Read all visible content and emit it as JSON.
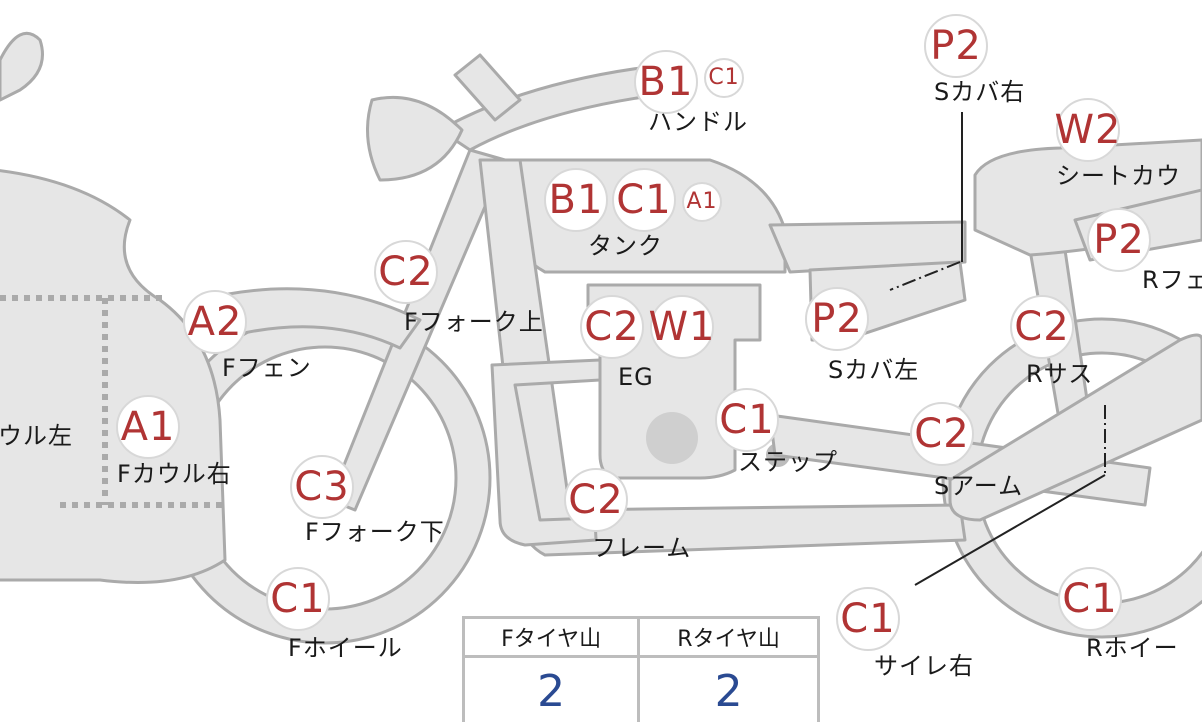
{
  "diagram": {
    "parts": [
      {
        "id": "handle",
        "codes": [
          "B1",
          "C1"
        ],
        "label": "ハンドル"
      },
      {
        "id": "tank",
        "codes": [
          "B1",
          "C1",
          "A1"
        ],
        "label": "タンク"
      },
      {
        "id": "f-fork-up",
        "codes": [
          "C2"
        ],
        "label": "Fフォーク上"
      },
      {
        "id": "f-fender",
        "codes": [
          "A2"
        ],
        "label": "Fフェン"
      },
      {
        "id": "f-cowl-r",
        "codes": [
          "A1"
        ],
        "label": "Fカウル右"
      },
      {
        "id": "f-cowl-l",
        "codes": [],
        "label": "ウル左"
      },
      {
        "id": "f-fork-low",
        "codes": [
          "C3"
        ],
        "label": "Fフォーク下"
      },
      {
        "id": "f-wheel",
        "codes": [
          "C1"
        ],
        "label": "Fホイール"
      },
      {
        "id": "eg",
        "codes": [
          "C2",
          "W1"
        ],
        "label": "EG"
      },
      {
        "id": "step",
        "codes": [
          "C1"
        ],
        "label": "ステップ"
      },
      {
        "id": "frame",
        "codes": [
          "C2"
        ],
        "label": "フレーム"
      },
      {
        "id": "s-cover-l",
        "codes": [
          "P2"
        ],
        "label": "Sカバ左"
      },
      {
        "id": "s-cover-r",
        "codes": [
          "P2"
        ],
        "label": "Sカバ右"
      },
      {
        "id": "seat-cowl",
        "codes": [
          "W2"
        ],
        "label": "シートカウ"
      },
      {
        "id": "r-fender",
        "codes": [
          "P2"
        ],
        "label": "Rフェ"
      },
      {
        "id": "r-sus",
        "codes": [
          "C2"
        ],
        "label": "Rサス"
      },
      {
        "id": "s-arm",
        "codes": [
          "C2"
        ],
        "label": "Sアーム"
      },
      {
        "id": "muffler-r",
        "codes": [
          "C1"
        ],
        "label": "サイレ右"
      },
      {
        "id": "r-wheel",
        "codes": [
          "C1"
        ],
        "label": "Rホイー"
      }
    ]
  },
  "tire_table": {
    "headers": [
      "Fタイヤ山",
      "Rタイヤ山"
    ],
    "values": [
      "2",
      "2"
    ]
  },
  "colors": {
    "code_text": "#b03434",
    "tire_value": "#2a4a92",
    "part_fill": "#e6e6e6",
    "part_stroke": "#aaaaaa"
  }
}
